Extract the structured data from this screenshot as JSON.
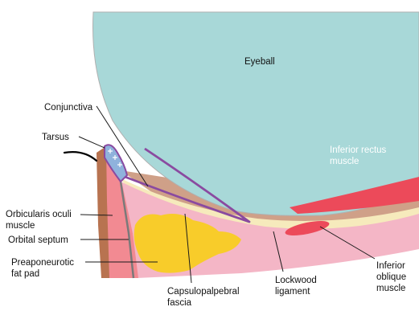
{
  "labels": {
    "eyeball": "Eyeball",
    "conjunctiva": "Conjunctiva",
    "tarsus": "Tarsus",
    "inferior_rectus": [
      "Inferior rectus",
      "muscle"
    ],
    "orbicularis": [
      "Orbicularis oculi",
      "muscle"
    ],
    "orbital_septum": "Orbital septum",
    "preaponeurotic": [
      "Preaponeurotic",
      "fat pad"
    ],
    "capsulopalpebral": [
      "Capsulopalpebral",
      "fascia"
    ],
    "lockwood": [
      "Lockwood",
      "ligament"
    ],
    "inferior_oblique": [
      "Inferior",
      "oblique",
      "muscle"
    ]
  },
  "colors": {
    "eyeball": "#a8d8d8",
    "eyeball_outline": "#b0b0b0",
    "conjunctiva": "#8a4aa0",
    "tarsus": "#8fb2dc",
    "tarsus_cross": "#ffffff",
    "skin": "#b87350",
    "orbicularis": "#f28a92",
    "lower_lid_tissue": "#f4b6c6",
    "septum": "#7a7a7a",
    "fat_pad": "#f8cc2a",
    "capsulopalpebral": "#f6eabc",
    "inferior_rectus": "#ec4a5a",
    "orbital_tissue": "#cfa088",
    "inferior_oblique": "#ec4a5a",
    "eyelashes": "#000000"
  }
}
